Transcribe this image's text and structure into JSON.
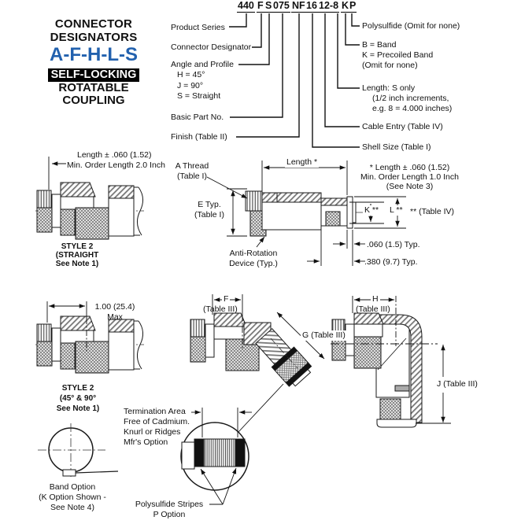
{
  "accent_blue": "#2261ae",
  "line_color": "#1a1a1a",
  "header": {
    "line1": "CONNECTOR",
    "line2": "DESIGNATORS",
    "letters": "A-F-H-L-S",
    "badge": "SELF-LOCKING",
    "line3": "ROTATABLE",
    "line4": "COUPLING"
  },
  "part_number": {
    "segments": [
      "440",
      "F",
      "S",
      "075",
      "NF",
      "16",
      "12-8",
      "K",
      "P"
    ]
  },
  "left_callouts": {
    "product_series": "Product Series",
    "connector_designator": "Connector Designator",
    "angle_profile": "Angle and Profile",
    "angle_options": [
      "H = 45°",
      "J = 90°",
      "S = Straight"
    ],
    "basic_part": "Basic Part No.",
    "finish": "Finish (Table II)"
  },
  "right_callouts": {
    "polysulfide": "Polysulfide (Omit for none)",
    "band_lines": [
      "B = Band",
      "K = Precoiled Band",
      "(Omit for none)"
    ],
    "length_lines": [
      "Length: S only",
      "(1/2 inch increments,",
      "e.g. 8 = 4.000 inches)"
    ],
    "cable_entry": "Cable Entry (Table IV)",
    "shell_size": "Shell Size (Table I)"
  },
  "straight_view": {
    "tol_line1": "Length ± .060 (1.52)",
    "tol_line2": "Min. Order Length 2.0 Inch",
    "caption": [
      "STYLE 2",
      "(STRAIGHT",
      "See Note 1)"
    ],
    "a_thread": [
      "A Thread",
      "(Table I)"
    ],
    "e_typ": [
      "E Typ.",
      "(Table I)"
    ],
    "length_star": "Length *",
    "anti_rotation": [
      "Anti-Rotation",
      "Device (Typ.)"
    ],
    "note3": [
      "* Length ± .060 (1.52)",
      "Min. Order Length 1.0 Inch",
      "(See Note 3)"
    ],
    "k_dim": "K **",
    "l_dim": "L **",
    "table_iv": "** (Table IV)",
    "dim_060": ".060 (1.5) Typ.",
    "dim_380": ".380 (9.7) Typ."
  },
  "angled_view": {
    "max_dim": [
      "1.00 (25.4)",
      "Max"
    ],
    "caption": [
      "STYLE 2",
      "(45° & 90°",
      "See Note 1)"
    ],
    "f": "F",
    "f_table": "(Table III)",
    "g": "G (Table III)",
    "h": "H",
    "h_table": "(Table III)",
    "j": "J (Table III)"
  },
  "band_option": {
    "caption": [
      "Band Option",
      "(K Option Shown -",
      "See Note 4)"
    ]
  },
  "termination": {
    "area_lines": [
      "Termination Area",
      "Free of Cadmium.",
      "Knurl or Ridges",
      "Mfr's Option"
    ],
    "stripes_lines": [
      "Polysulfide Stripes",
      "P Option"
    ]
  }
}
